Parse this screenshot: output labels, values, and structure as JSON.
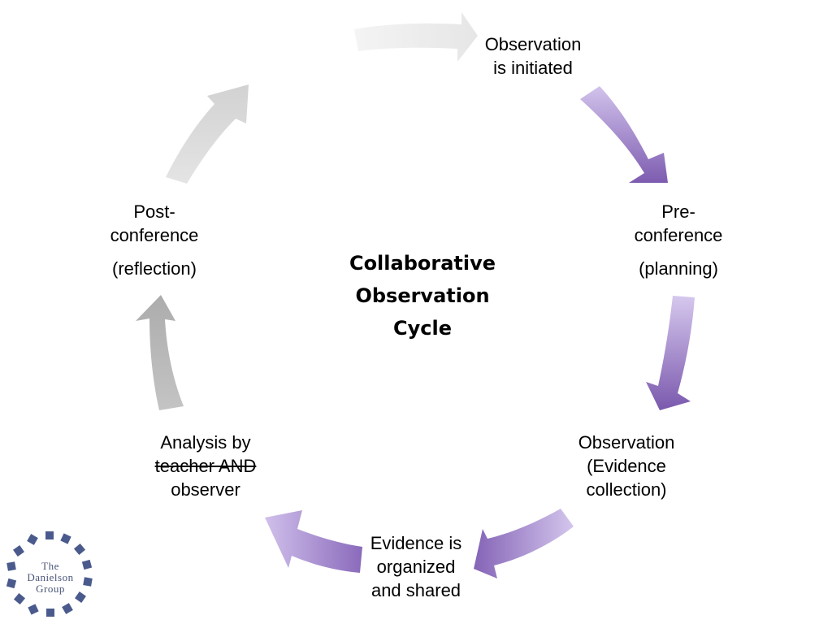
{
  "title_lines": [
    "Collaborative",
    "Observation",
    "Cycle"
  ],
  "nodes": {
    "observation_initiated": [
      "Observation",
      "is initiated"
    ],
    "pre_conference": [
      "Pre-",
      "conference",
      "(planning)"
    ],
    "observation_evidence": [
      "Observation",
      "(Evidence",
      "collection)"
    ],
    "evidence_organized": [
      "Evidence is",
      "organized",
      "and shared"
    ],
    "analysis": [
      "Analysis by",
      "teacher AND",
      "observer"
    ],
    "post_conference": [
      "Post-",
      "conference",
      "(reflection)"
    ]
  },
  "logo": {
    "lines": [
      "The",
      "Danielson",
      "Group"
    ]
  },
  "colors": {
    "purple_dark": "#7d5cb0",
    "purple_light": "#d2c3ec",
    "gray_dark": "#b8b8b8",
    "gray_light": "#ececec",
    "logo_blue": "#4a5a8c"
  }
}
